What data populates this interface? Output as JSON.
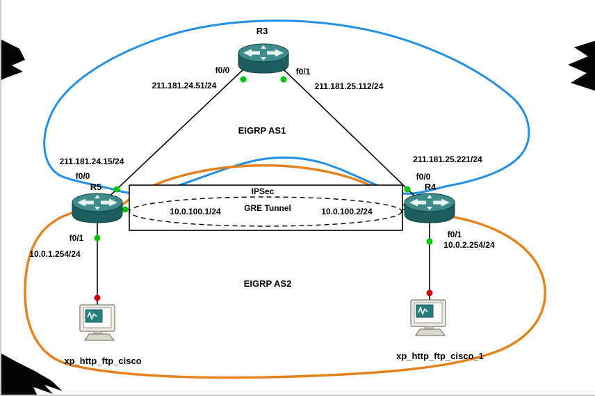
{
  "colors": {
    "as1": "#1f8fe8",
    "as2": "#e6801a",
    "link": "#000000",
    "dot_up": "#00c400",
    "dot_down": "#d40000"
  },
  "areas": {
    "as1_label": "EIGRP AS1",
    "as2_label": "EIGRP AS2"
  },
  "nodes": {
    "r3": {
      "name": "R3",
      "if_left": "f0/0",
      "if_left_ip": "211.181.24.51/24",
      "if_right": "f0/1",
      "if_right_ip": "211.181.25.112/24"
    },
    "r5": {
      "name": "R5",
      "if_top": "f0/0",
      "if_top_ip": "211.181.24.15/24",
      "if_bottom": "f0/1",
      "if_bottom_ip": "10.0.1.254/24"
    },
    "r4": {
      "name": "R4",
      "if_top": "f0/0",
      "if_top_ip": "211.181.25.221/24",
      "if_bottom": "f0/1",
      "if_bottom_ip": "10.0.2.254/24"
    },
    "pc1": {
      "name": "xp_http_ftp_cisco"
    },
    "pc2": {
      "name": "xp_http_ftp_cisco_1"
    }
  },
  "tunnel": {
    "box_label": "IPSec",
    "name": "GRE Tunnel",
    "left_endpoint_ip": "10.0.100.1/24",
    "right_endpoint_ip": "10.0.100.2/24"
  }
}
